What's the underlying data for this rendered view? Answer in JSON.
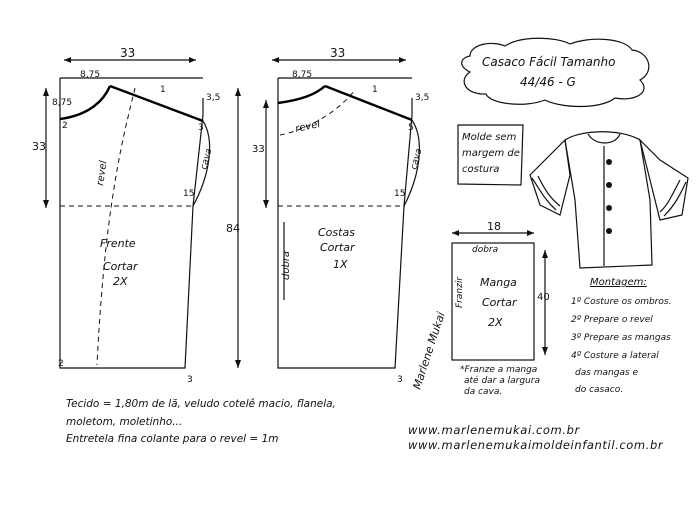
{
  "title": {
    "line1": "Casaco Fácil Tamanho",
    "line2": "44/46 - G"
  },
  "frente": {
    "width": "33",
    "neck_width": "8,75",
    "neck_depth": "8,75",
    "shoulder_mark": "1",
    "shoulder_drop": "3,5",
    "side_length": "33",
    "left_mark": "2",
    "armhole_mark": "3",
    "side_mark": "15",
    "hem_left": "2",
    "hem_right": "3",
    "facing": "revel",
    "sleeve_side": "cava",
    "label": "Frente",
    "cut": "Cortar",
    "qty": "2X"
  },
  "costas": {
    "width": "33",
    "neck_width": "8,75",
    "shoulder_mark": "1",
    "shoulder_drop": "3,5",
    "side_length": "33",
    "armhole_mark": "5",
    "side_mark": "15",
    "hem_right": "3",
    "facing": "revel",
    "sleeve_side": "cava",
    "fold": "dobra",
    "total_length": "84",
    "label": "Costas",
    "cut": "Cortar",
    "qty": "1X"
  },
  "molde_note": {
    "line1": "Molde sem",
    "line2": "margem de",
    "line3": "costura"
  },
  "manga": {
    "width": "18",
    "length": "40",
    "fold_top": "dobra",
    "gather": "Franzir",
    "label": "Manga",
    "cut": "Cortar",
    "qty": "2X",
    "note_line1": "*Franze a manga",
    "note_line2": "até dar a largura",
    "note_line3": "da cava."
  },
  "signature": "Marlene Mukai",
  "montagem": {
    "title": "Montagem:",
    "steps": [
      "1º Costure os ombros.",
      "2º Prepare o revel",
      "3º Prepare as mangas",
      "4º Costure a lateral",
      "das mangas e",
      "do casaco."
    ]
  },
  "tecido": {
    "line1": "Tecido = 1,80m   de lã, veludo cotelê macio, flanela,",
    "line2": "moletom, moletinho...",
    "line3": "Entretela fina colante para o revel = 1m"
  },
  "sites": {
    "site1": "www.marlenemukai.com.br",
    "site2": "www.marlenemukaimoldeinfantil.com.br"
  }
}
